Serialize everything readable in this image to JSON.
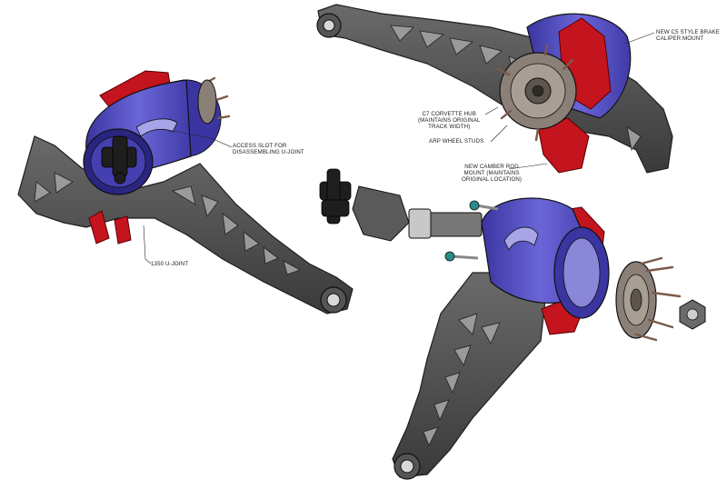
{
  "colors": {
    "frame": "#4a4a4a",
    "frame_dark": "#2f2f2f",
    "frame_light": "#6a6a6a",
    "housing": "#5a55c8",
    "housing_dark": "#3a35a0",
    "bracket": "#c4141e",
    "hub": "#8a8078",
    "ujoint": "#1e1e1e",
    "stud": "#c8a890",
    "bolt": "#2a8a8a"
  },
  "callouts": {
    "access_slot": [
      "ACCESS SLOT FOR",
      "DISASSEMBLING U-JOINT"
    ],
    "u_joint": [
      "1350 U-JOINT"
    ],
    "brake_mount": [
      "NEW C5 STYLE BRAKE",
      "CALIPER MOUNT"
    ],
    "hub": [
      "C7 CORVETTE HUB",
      "(MAINTAINS ORIGINAL",
      "TRACK WIDTH)"
    ],
    "studs": [
      "ARP WHEEL STUDS"
    ],
    "camber": [
      "NEW CAMBER ROD",
      "MOUNT (MAINTAINS",
      "ORIGINAL LOCATION)"
    ]
  }
}
